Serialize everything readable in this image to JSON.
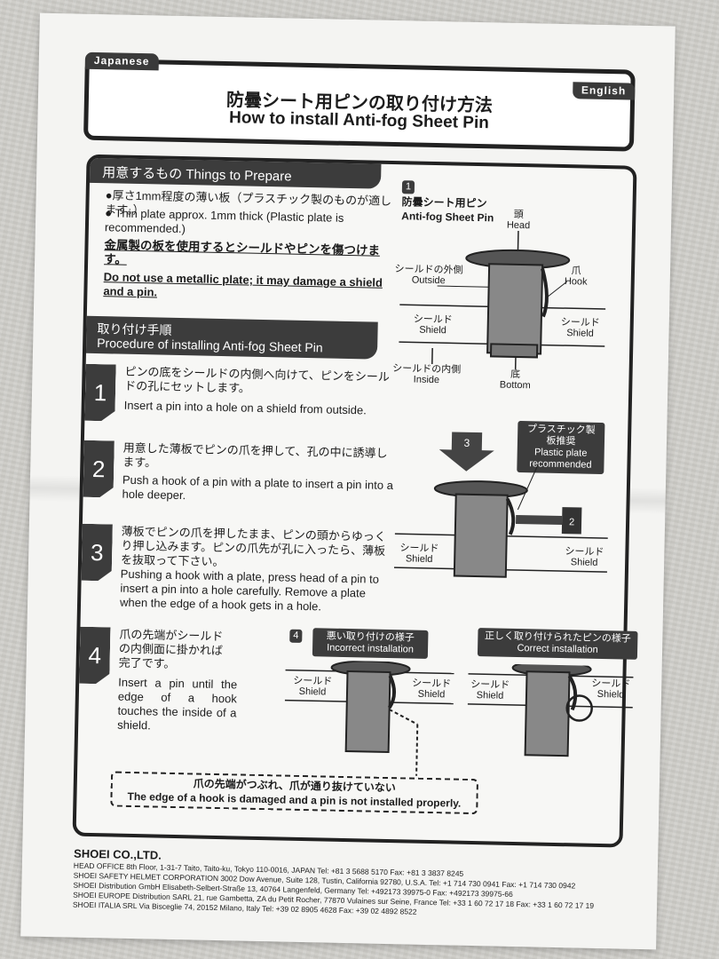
{
  "header": {
    "tab_japanese": "Japanese",
    "tab_english": "English",
    "title_ja": "防曇シート用ピンの取り付け方法",
    "title_en": "How to install Anti-fog Sheet Pin"
  },
  "prepare": {
    "heading": "用意するもの  Things to Prepare",
    "item_ja": "●厚さ1mm程度の薄い板（プラスチック製のものが適します。）",
    "item_en": "● Thin plate approx. 1mm thick (Plastic plate is recommended.)",
    "warn_ja": "金属製の板を使用するとシールドやピンを傷つけます。",
    "warn_en": "Do not use a metallic plate; it may damage a shield and a pin."
  },
  "procedure": {
    "heading_ja": "取り付け手順",
    "heading_en": "Procedure of installing Anti-fog Sheet Pin",
    "steps": [
      {
        "num": "1",
        "ja": "ピンの底をシールドの内側へ向けて、ピンをシールドの孔にセットします。",
        "en": "Insert a pin into a hole on a shield from outside."
      },
      {
        "num": "2",
        "ja": "用意した薄板でピンの爪を押して、孔の中に誘導します。",
        "en": "Push a hook of a pin with a plate to insert a pin into a hole deeper."
      },
      {
        "num": "3",
        "ja": "薄板でピンの爪を押したまま、ピンの頭からゆっくり押し込みます。ピンの爪先が孔に入ったら、薄板を抜取って下さい。",
        "en": "Pushing a hook with a plate, press head of a pin to insert a pin into a hole carefully. Remove a plate when the edge of a hook gets in a hole."
      },
      {
        "num": "4",
        "ja": "爪の先端がシールドの内側面に掛かれば完了です。",
        "en": "Insert a pin until the edge of a hook touches the inside of a shield."
      }
    ]
  },
  "diagram1": {
    "num": "1",
    "title_ja": "防曇シート用ピン",
    "title_en": "Anti-fog Sheet Pin",
    "head_ja": "頭",
    "head_en": "Head",
    "outside_ja": "シールドの外側",
    "outside_en": "Outside",
    "hook_ja": "爪",
    "hook_en": "Hook",
    "shield_ja": "シールド",
    "shield_en": "Shield",
    "inside_ja": "シールドの内側",
    "inside_en": "Inside",
    "bottom_ja": "底",
    "bottom_en": "Bottom"
  },
  "diagram2": {
    "arrow3": "3",
    "arrow2": "2",
    "plate_ja": "プラスチック製板推奨",
    "plate_en": "Plastic plate recommended",
    "shield_ja": "シールド",
    "shield_en": "Shield"
  },
  "diagram4": {
    "num": "4",
    "incorrect_ja": "悪い取り付けの様子",
    "incorrect_en": "Incorrect installation",
    "correct_ja": "正しく取り付けられたピンの様子",
    "correct_en": "Correct installation",
    "shield_ja": "シールド",
    "shield_en": "Shield",
    "note_ja": "爪の先端がつぶれ、爪が通り抜けていない",
    "note_en": "The edge of a hook is damaged and a pin is not installed properly."
  },
  "footer": {
    "company": "SHOEI CO.,LTD.",
    "lines": [
      "HEAD OFFICE 8th Floor, 1-31-7 Taito, Taito-ku, Tokyo 110-0016, JAPAN Tel: +81 3 5688 5170  Fax: +81 3 3837 8245",
      "SHOEI SAFETY HELMET CORPORATION 3002 Dow Avenue, Suite 128, Tustin, California 92780, U.S.A.  Tel: +1 714 730 0941  Fax: +1 714 730 0942",
      "SHOEI Distribution GmbH Elisabeth-Selbert-Straße 13, 40764 Langenfeld, Germany  Tel: +492173 39975-0  Fax: +492173 39975-66",
      "SHOEI EUROPE Distribution SARL 21, rue Gambetta, ZA du Petit Rocher, 77870 Vulaines sur Seine, France  Tel: +33 1 60 72 17 18  Fax: +33 1 60 72 17 19",
      "SHOEI ITALIA SRL Via Bisceglie 74, 20152 Milano, Italy  Tel: +39 02 8905 4628  Fax: +39 02 4892 8522"
    ]
  }
}
